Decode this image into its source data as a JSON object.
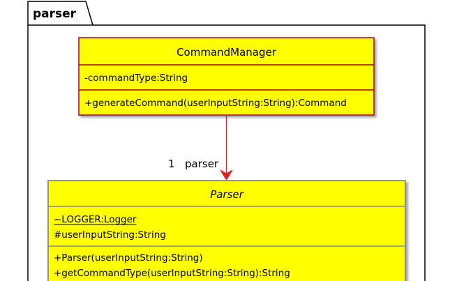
{
  "package": {
    "name": "parser"
  },
  "classes": {
    "command_manager": {
      "name": "CommandManager",
      "attributes": [
        "-commandType:String"
      ],
      "methods": [
        "+generateCommand(userInputString:String):Command"
      ]
    },
    "parser": {
      "name": "Parser",
      "static_attributes": [
        "~LOGGER:Logger"
      ],
      "attributes": [
        "#userInputString:String"
      ],
      "methods": [
        "+Parser(userInputString:String)",
        "+getCommandType(userInputString:String):String"
      ]
    }
  },
  "association": {
    "multiplicity": "1",
    "role": "parser",
    "color": "#e0201f"
  },
  "colors": {
    "class_fill": "#ffff00",
    "command_manager_border": "#a80036",
    "parser_border": "#888888",
    "package_border": "#000000"
  }
}
